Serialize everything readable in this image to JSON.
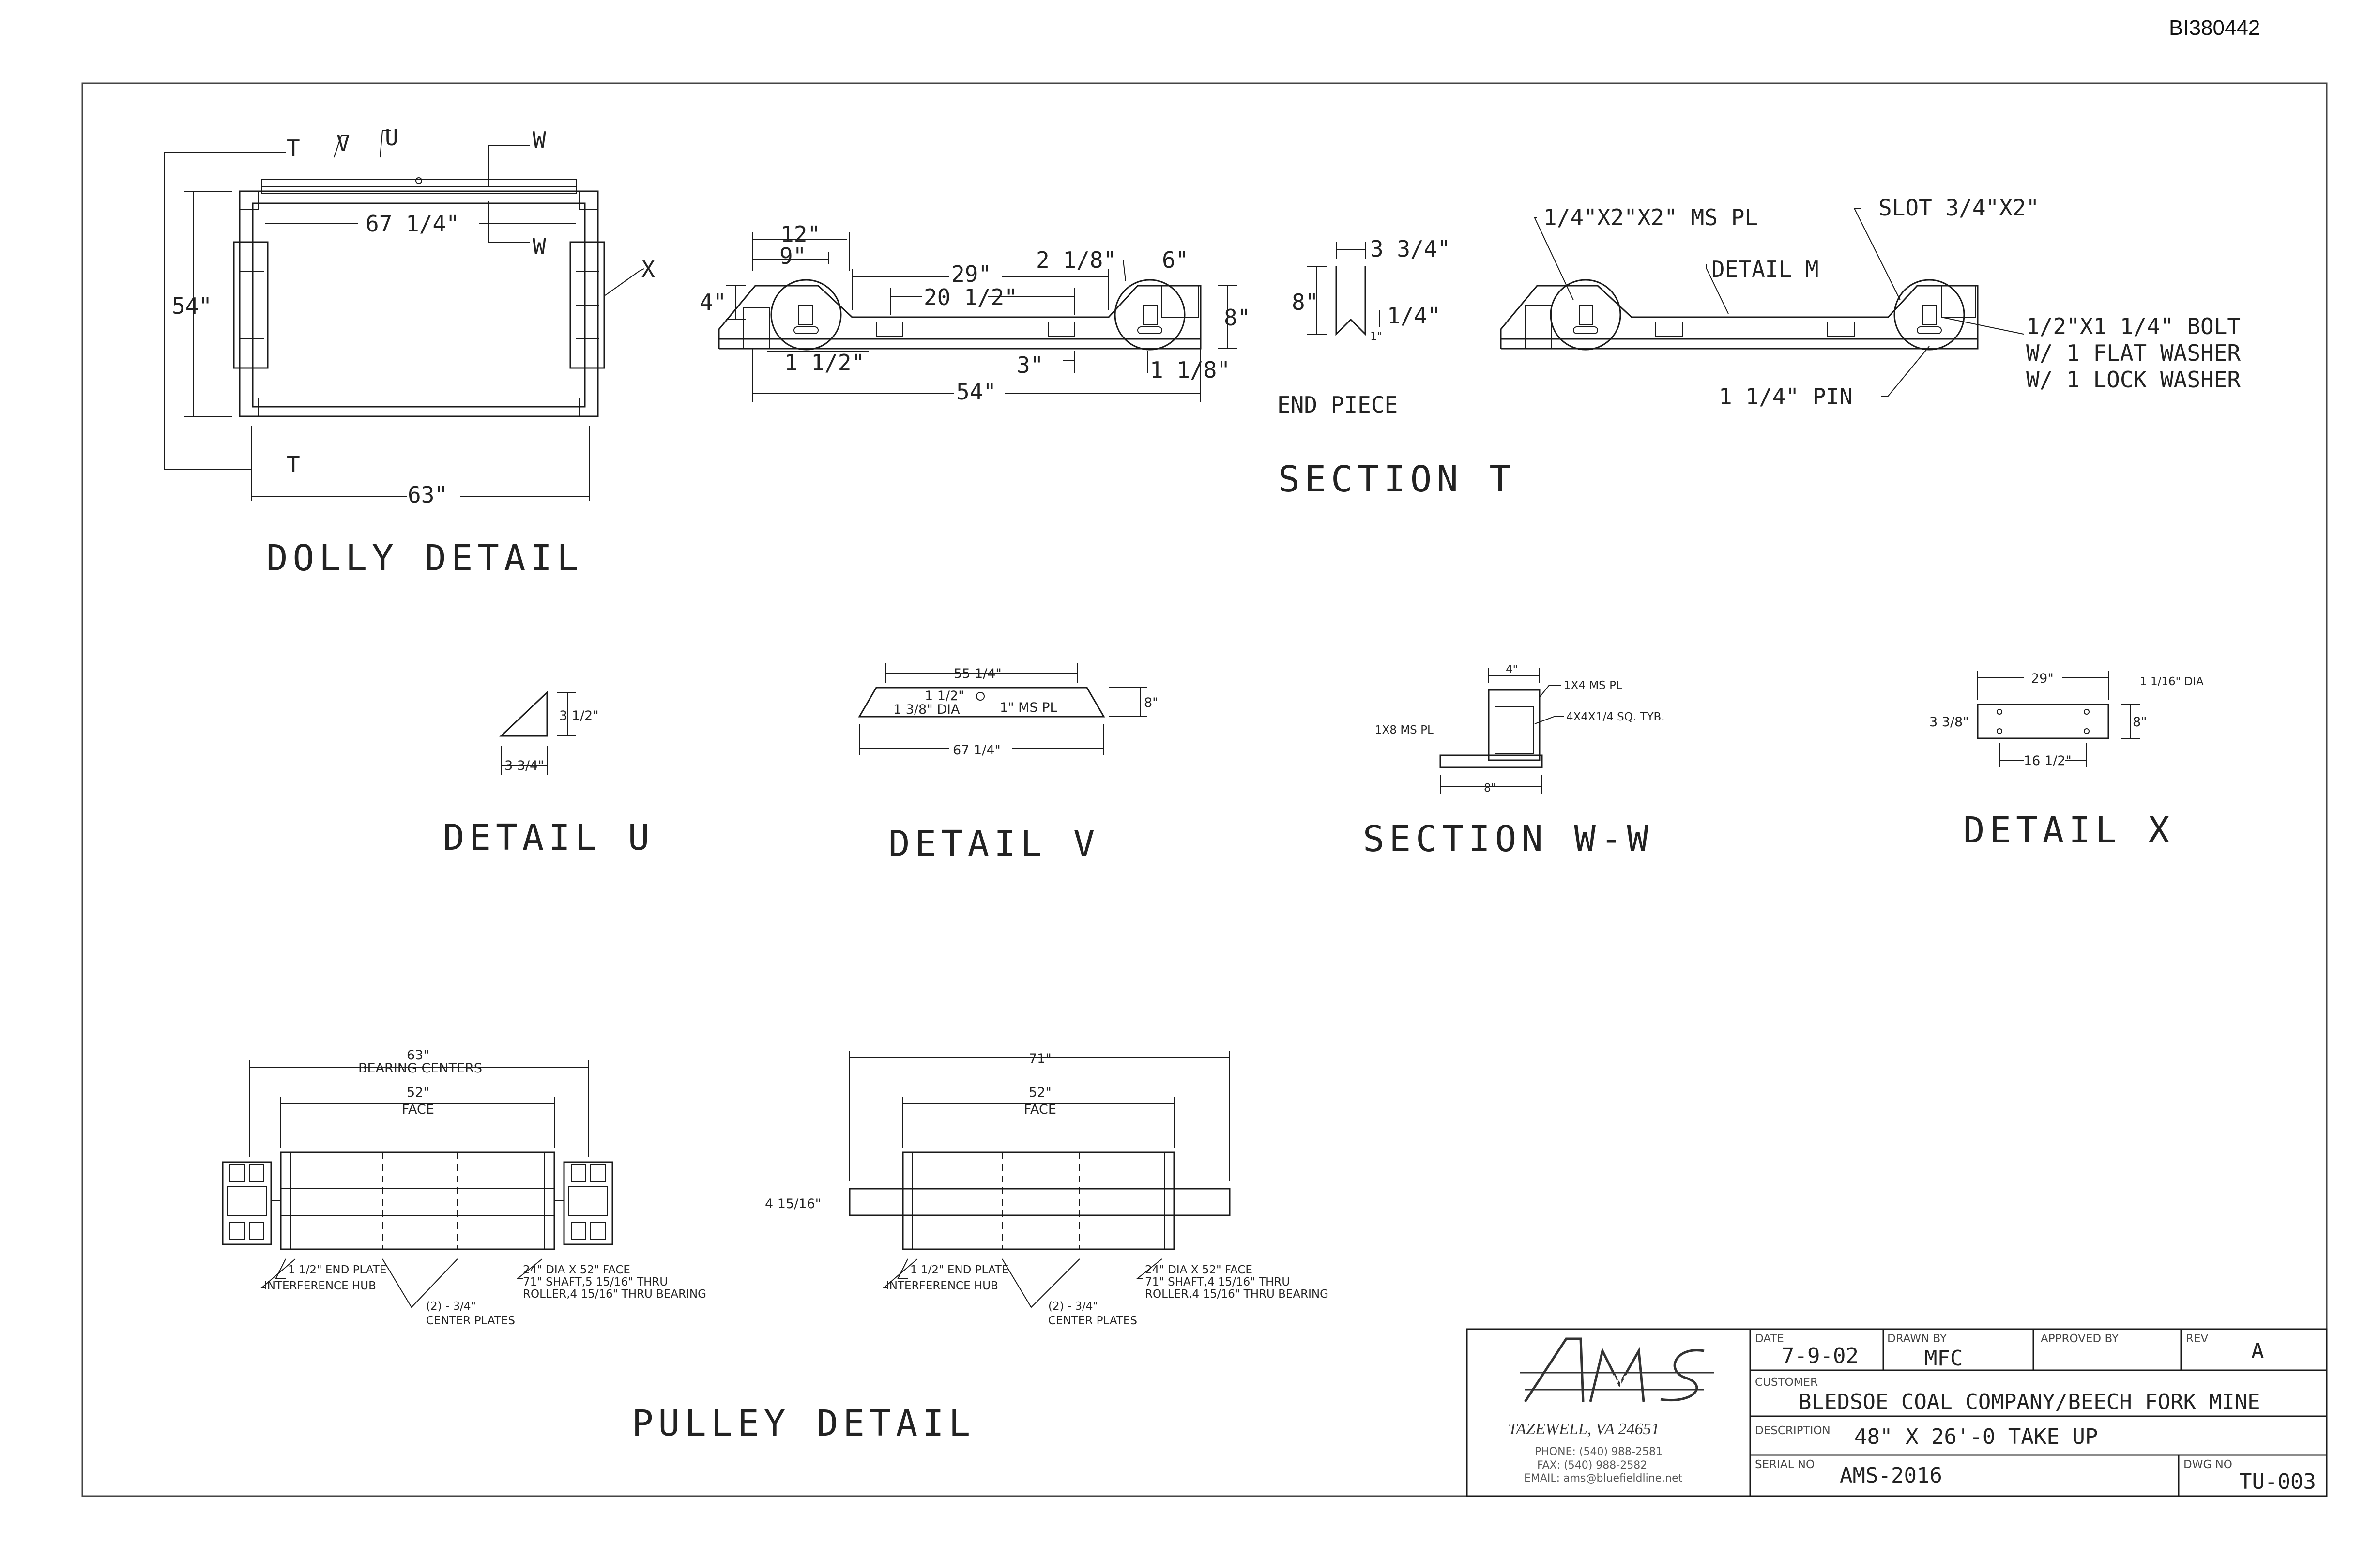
{
  "document_id": "BI380442",
  "views": {
    "dolly_detail": {
      "title": "DOLLY DETAIL",
      "labels": {
        "t_top": "T",
        "v": "V",
        "u": "U",
        "w_top": "W",
        "w_bottom": "W",
        "x": "X",
        "t_bottom": "T"
      },
      "dims": {
        "width_inner": "67 1/4\"",
        "height": "54\"",
        "width": "63\""
      }
    },
    "section_t": {
      "title": "SECTION T",
      "dims": {
        "d12": "12\"",
        "d9": "9\"",
        "d29": "29\"",
        "d2_1_8": "2 1/8\"",
        "d6": "6\"",
        "d20_1_2": "20 1/2\"",
        "d4": "4\"",
        "d8": "8\"",
        "d1_1_2": "1 1/2\"",
        "d3": "3\"",
        "d1_1_8": "1 1/8\"",
        "d54": "54\""
      }
    },
    "end_piece": {
      "title": "END PIECE",
      "dims": {
        "d3_3_4": "3 3/4\"",
        "d8": "8\"",
        "d1_4": "1/4\"",
        "d1": "1\""
      }
    },
    "detail_m": {
      "labels": {
        "plate": "1/4\"X2\"X2\" MS PL",
        "slot": "SLOT 3/4\"X2\"",
        "detail": "DETAIL M",
        "pin": "1 1/4\" PIN",
        "bolt": "1/2\"X1 1/4\" BOLT",
        "washer1": "W/ 1 FLAT WASHER",
        "washer2": "W/ 1 LOCK WASHER"
      }
    },
    "detail_u": {
      "title": "DETAIL U",
      "dims": {
        "h": "3 1/2\"",
        "w": "3 3/4\""
      }
    },
    "detail_v": {
      "title": "DETAIL V",
      "dims": {
        "top": "55 1/4\"",
        "hole": "1 1/2\"",
        "dia": "1 3/8\" DIA",
        "pl": "1\" MS PL",
        "h": "8\"",
        "bottom": "67 1/4\""
      }
    },
    "section_ww": {
      "title": "SECTION W-W",
      "labels": {
        "d4": "4\"",
        "pl1x4": "1X4 MS PL",
        "tube": "4X4X1/4 SQ. TYB.",
        "pl1x8": "1X8 MS PL",
        "d8": "8\""
      }
    },
    "detail_x": {
      "title": "DETAIL X",
      "dims": {
        "w": "29\"",
        "dia": "1 1/16\" DIA",
        "edge": "3 3/8\"",
        "h": "8\"",
        "spacing": "16 1/2\""
      }
    },
    "pulley_detail": {
      "title": "PULLEY DETAIL",
      "left": {
        "bearing_centers": "63\"",
        "bearing_label": "BEARING CENTERS",
        "face": "52\"",
        "face_label": "FACE",
        "end_plate": "1 1/2\" END PLATE",
        "hub": "INTERFERENCE HUB",
        "center_plates_1": "(2) - 3/4\"",
        "center_plates_2": "CENTER PLATES",
        "spec_1": "24\" DIA X 52\" FACE",
        "spec_2": "71\" SHAFT,5 15/16\" THRU",
        "spec_3": "ROLLER,4 15/16\" THRU BEARING"
      },
      "right": {
        "overall": "71\"",
        "face": "52\"",
        "face_label": "FACE",
        "shaft_dia": "4 15/16\"",
        "end_plate": "1 1/2\" END PLATE",
        "hub": "INTERFERENCE HUB",
        "center_plates_1": "(2) - 3/4\"",
        "center_plates_2": "CENTER PLATES",
        "spec_1": "24\" DIA X 52\" FACE",
        "spec_2": "71\" SHAFT,4 15/16\" THRU",
        "spec_3": "ROLLER,4 15/16\" THRU BEARING"
      }
    }
  },
  "title_block": {
    "logo_text": "AMS",
    "company_location": "TAZEWELL, VA 24651",
    "phone": "PHONE: (540) 988-2581",
    "fax": "FAX: (540) 988-2582",
    "email": "EMAIL: ams@bluefieldline.net",
    "date_label": "DATE",
    "date": "7-9-02",
    "drawn_by_label": "DRAWN BY",
    "drawn_by": "MFC",
    "approved_by_label": "APPROVED BY",
    "approved_by": "",
    "rev_label": "REV",
    "rev": "A",
    "customer_label": "CUSTOMER",
    "customer": "BLEDSOE COAL COMPANY/BEECH FORK MINE",
    "description_label": "DESCRIPTION",
    "description": "48\" X 26'-0 TAKE UP",
    "serial_label": "SERIAL NO",
    "serial": "AMS-2016",
    "dwg_label": "DWG NO",
    "dwg": "TU-003"
  }
}
